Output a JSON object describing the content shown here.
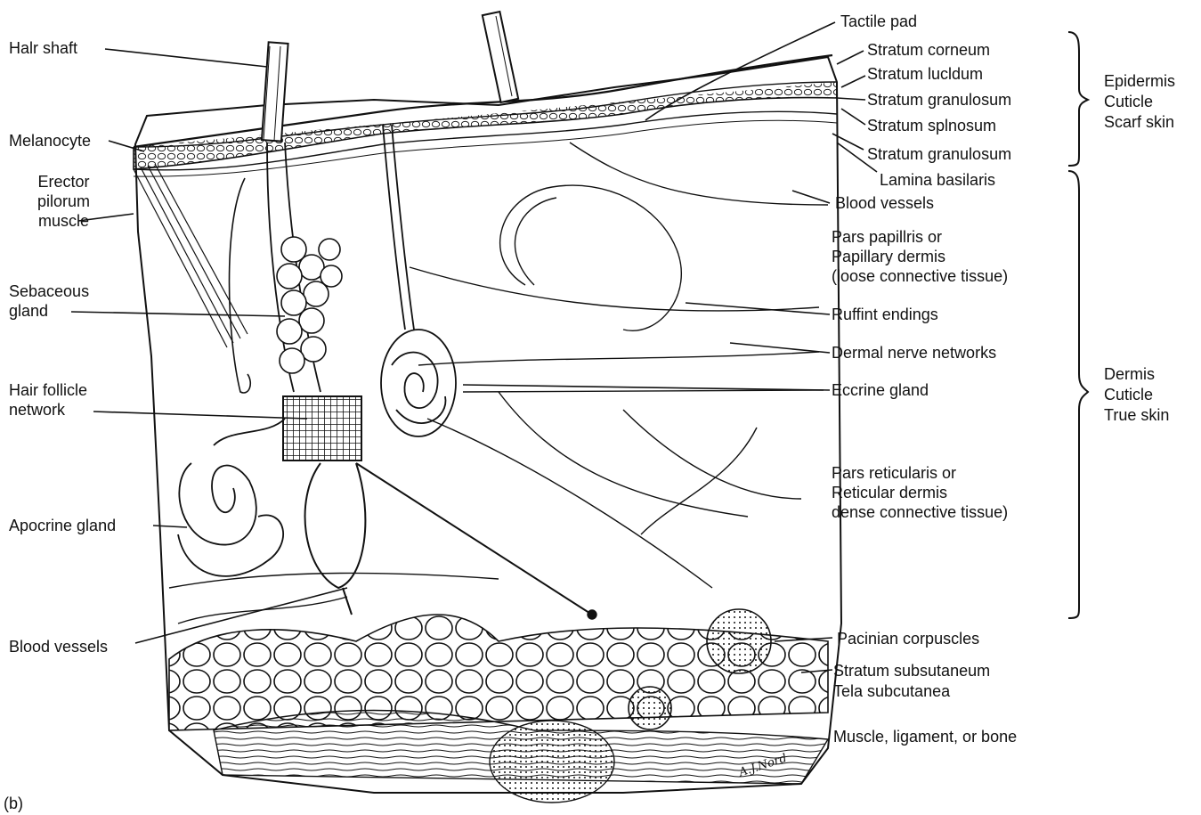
{
  "panel_label": "(b)",
  "left_labels": {
    "hair_shaft": "Halr shaft",
    "melanocyte": "Melanocyte",
    "erector": [
      "Erector",
      "pilorum",
      "muscle"
    ],
    "sebaceous": [
      "Sebaceous",
      "gland"
    ],
    "hair_follicle": [
      "Hair follicle",
      "network"
    ],
    "apocrine": "Apocrine gland",
    "blood_vessels": "Blood vessels"
  },
  "right_labels": {
    "tactile_pad": "Tactile pad",
    "stratum_corneum": "Stratum corneum",
    "stratum_lucidum": "Stratum lucldum",
    "stratum_granulosum_1": "Stratum granulosum",
    "stratum_spinosum": "Stratum splnosum",
    "stratum_granulosum_2": "Stratum granulosum",
    "lamina_basilaris": "Lamina basilaris",
    "blood_vessels": "Blood vessels",
    "papillary": [
      "Pars papillris or",
      "Papillary dermis",
      "(loose connective tissue)"
    ],
    "ruffini": "Ruffint endings",
    "dermal_nerve": "Dermal nerve networks",
    "eccrine": "Eccrine gland",
    "reticular": [
      "Pars reticularis or",
      "Reticular dermis",
      "dense connective tissue)"
    ],
    "pacinian": "Pacinian corpuscles",
    "stratum_subcutaneum": "Stratum subsutaneum",
    "tela": "Tela subcutanea",
    "muscle": "Muscle, ligament, or bone"
  },
  "groups": {
    "epidermis": [
      "Epidermis",
      "Cuticle",
      "Scarf skin"
    ],
    "dermis": [
      "Dermis",
      "Cuticle",
      "True skin"
    ]
  },
  "signature": "A.J.Nord"
}
